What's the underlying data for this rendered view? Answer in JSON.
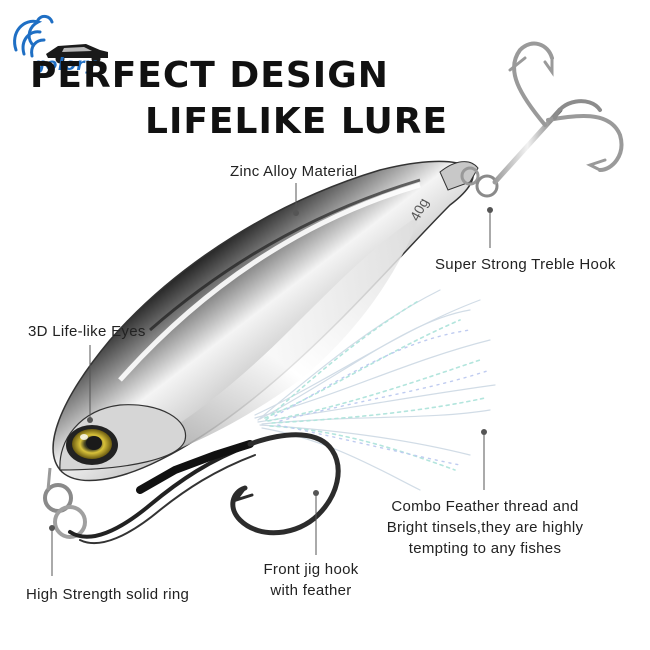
{
  "brand": {
    "name": "golory"
  },
  "headline": {
    "line1": "PERFECT DESIGN",
    "line2": "LIFELIKE  LURE"
  },
  "lure": {
    "weight_mark": "40g"
  },
  "callouts": {
    "zinc": "Zinc Alloy Material",
    "treble": "Super Strong Treble Hook",
    "eyes": "3D Life-like Eyes",
    "feather_line1": "Combo Feather thread and",
    "feather_line2": "Bright tinsels,they are highly",
    "feather_line3": "tempting to any fishes",
    "jig_line1": "Front jig hook",
    "jig_line2": "with feather",
    "ring": "High Strength solid ring"
  },
  "colors": {
    "brand_blue": "#1f6fc4",
    "text": "#222222",
    "callout_line": "#555555"
  }
}
